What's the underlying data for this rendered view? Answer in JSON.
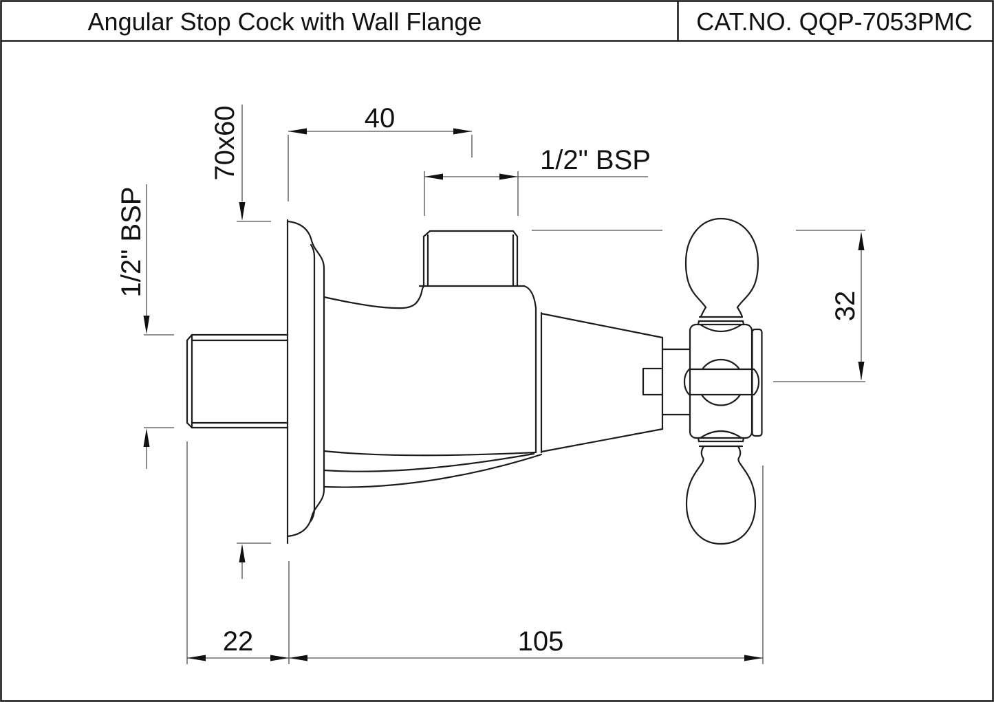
{
  "title_block": {
    "title": "Angular Stop Cock with Wall Flange",
    "catalog_label": "CAT.NO. QQP-7053PMC"
  },
  "dimensions": {
    "outlet_offset": "40",
    "flange_size": "70x60",
    "outlet_thread": "1/2\" BSP",
    "inlet_thread": "1/2\" BSP",
    "handle_height": "32",
    "inlet_length": "22",
    "body_length": "105"
  }
}
